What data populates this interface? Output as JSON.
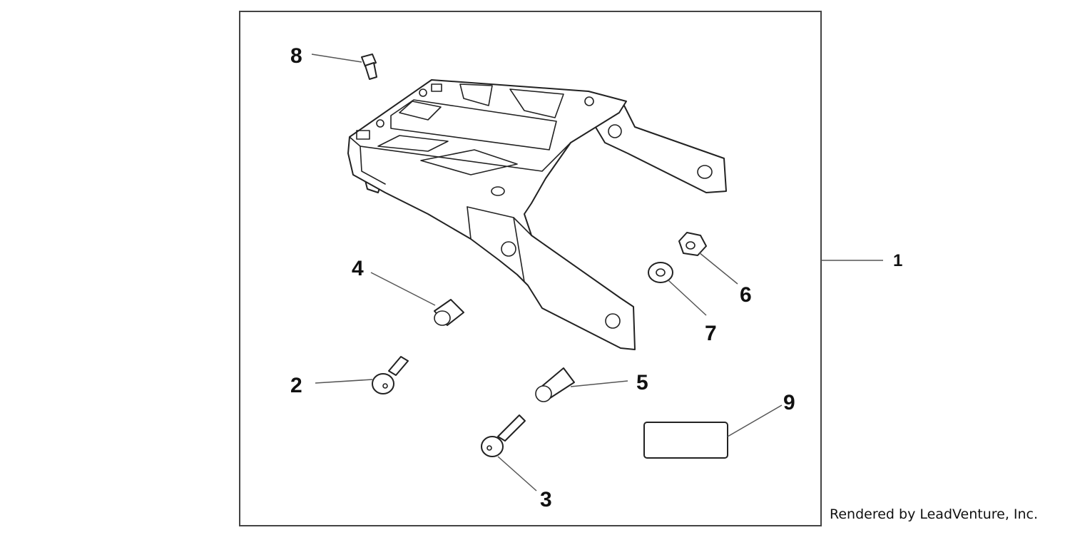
{
  "diagram": {
    "callouts": {
      "c1": "1",
      "c2": "2",
      "c3": "3",
      "c4": "4",
      "c5": "5",
      "c6": "6",
      "c7": "7",
      "c8": "8",
      "c9": "9"
    },
    "credit": "Rendered by LeadVenture, Inc."
  }
}
